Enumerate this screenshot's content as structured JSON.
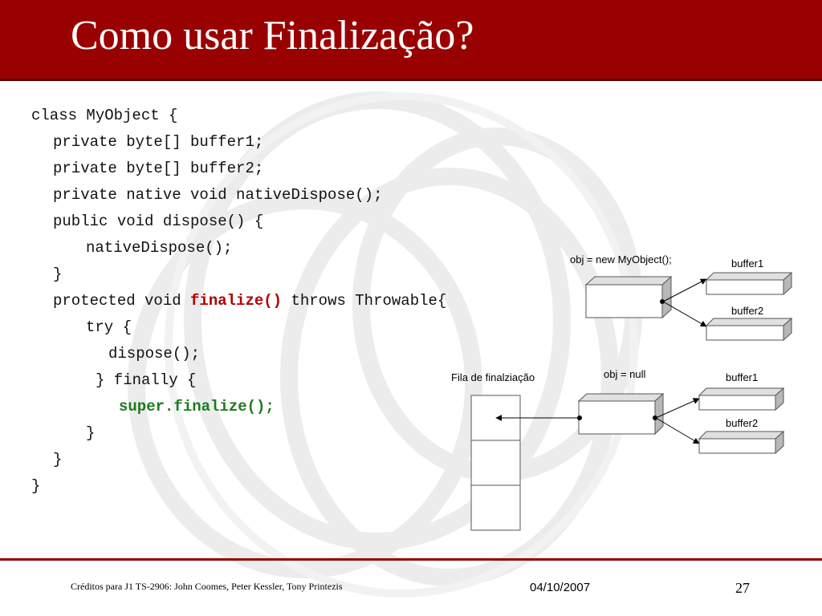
{
  "slide": {
    "title": "Como usar Finalização?",
    "colors": {
      "title_bar": "#990000",
      "keyword_red": "#b30000",
      "keyword_green": "#1f7a1f"
    },
    "code": [
      {
        "text": "class MyObject {"
      },
      {
        "text": "private byte[] buffer1;"
      },
      {
        "text": "private byte[] buffer2;"
      },
      {
        "text": "private native void nativeDispose();"
      },
      {
        "text": "public void dispose() {"
      },
      {
        "text": "nativeDispose();"
      },
      {
        "text": "}"
      },
      {
        "pre": "protected void ",
        "hl": "finalize()",
        "post": " throws Throwable{"
      },
      {
        "text": "try {"
      },
      {
        "text": "dispose();"
      },
      {
        "text": "} finally {"
      },
      {
        "hl2": "super.finalize();"
      },
      {
        "text": "}"
      },
      {
        "text": "}"
      },
      {
        "text": "}"
      }
    ],
    "diagram": {
      "live_object_label": "obj = new MyObject();",
      "null_object_label": "obj = null",
      "queue_label": "Fila de finalziação",
      "buffer1_label": "buffer1",
      "buffer2_label": "buffer2"
    },
    "footer": {
      "credits": "Créditos para J1 TS-2906: John Coomes, Peter Kessler, Tony Printezis",
      "date": "04/10/2007",
      "page": "27"
    }
  }
}
